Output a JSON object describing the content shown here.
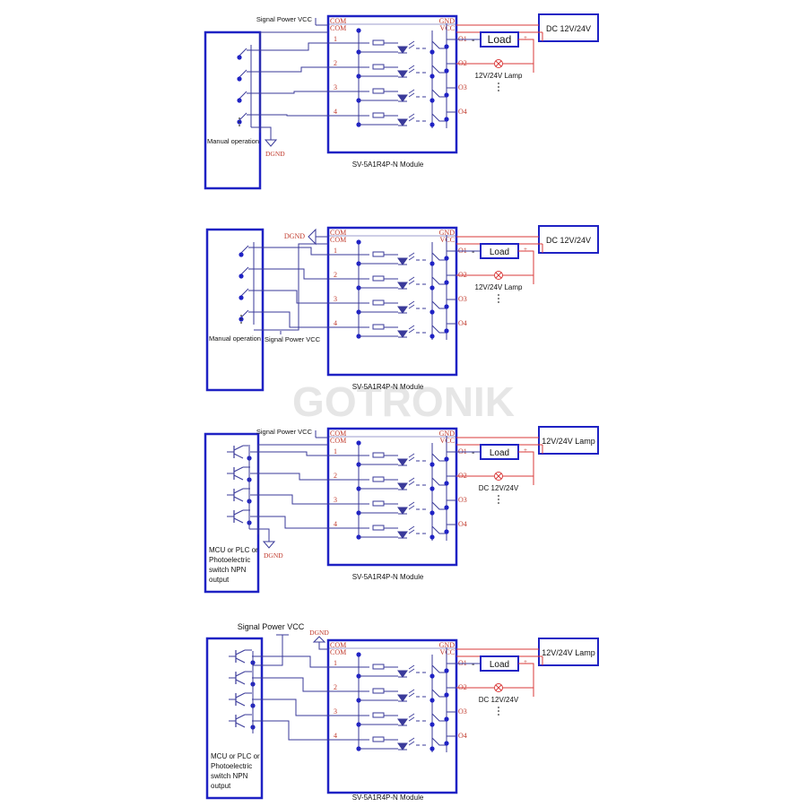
{
  "watermark": "GOTRONIK",
  "colors": {
    "box": "#1f22c4",
    "wire": "#3a3a9a",
    "red": "#d93a3a",
    "node": "#1f22c4",
    "text": "#111111"
  },
  "diagrams": [
    {
      "module_label": "SV-5A1R4P-N Module",
      "source_label": "Manual operation",
      "source_type": "switch",
      "signal_label": "Signal Power VCC",
      "dgnd_label": "DGND",
      "com_labels": [
        "COM",
        "COM"
      ],
      "out_top": [
        "GND",
        "VCC"
      ],
      "inputs": [
        "1",
        "2",
        "3",
        "4"
      ],
      "outputs": [
        "O1",
        "O2",
        "O3",
        "O4"
      ],
      "load_label": "Load",
      "supply_label": "DC 12V/24V",
      "lamp_label": "12V/24V Lamp",
      "minus": "-",
      "plus": "+"
    },
    {
      "module_label": "SV-5A1R4P-N Module",
      "source_label": "Manual operation",
      "source_type": "switch",
      "signal_label": "Signal Power VCC",
      "dgnd_label": "DGND",
      "com_labels": [
        "COM",
        "COM"
      ],
      "out_top": [
        "GND",
        "VCC"
      ],
      "inputs": [
        "1",
        "2",
        "3",
        "4"
      ],
      "outputs": [
        "O1",
        "O2",
        "O3",
        "O4"
      ],
      "load_label": "Load",
      "supply_label": "DC 12V/24V",
      "lamp_label": "12V/24V Lamp",
      "minus": "-",
      "plus": "+"
    },
    {
      "module_label": "SV-5A1R4P-N Module",
      "source_label": [
        "MCU or PLC or",
        "Photoelectric",
        "switch NPN",
        "output"
      ],
      "source_type": "npn",
      "signal_label": "Signal Power VCC",
      "dgnd_label": "DGND",
      "com_labels": [
        "COM",
        "COM"
      ],
      "out_top": [
        "GND",
        "VCC"
      ],
      "inputs": [
        "1",
        "2",
        "3",
        "4"
      ],
      "outputs": [
        "O1",
        "O2",
        "O3",
        "O4"
      ],
      "load_label": "Load",
      "supply_label": "12V/24V Lamp",
      "lamp_label": "DC 12V/24V",
      "minus": "-",
      "plus": "+"
    },
    {
      "module_label": "SV-5A1R4P-N Module",
      "source_label": [
        "MCU or PLC or",
        "Photoelectric",
        "switch NPN",
        "output"
      ],
      "source_type": "npn",
      "signal_label": "Signal Power VCC",
      "dgnd_label": "DGND",
      "com_labels": [
        "COM",
        "COM"
      ],
      "out_top": [
        "GND",
        "VCC"
      ],
      "inputs": [
        "1",
        "2",
        "3",
        "4"
      ],
      "outputs": [
        "O1",
        "O2",
        "O3",
        "O4"
      ],
      "load_label": "Load",
      "supply_label": "12V/24V Lamp",
      "lamp_label": "DC 12V/24V",
      "minus": "-",
      "plus": "+"
    }
  ]
}
